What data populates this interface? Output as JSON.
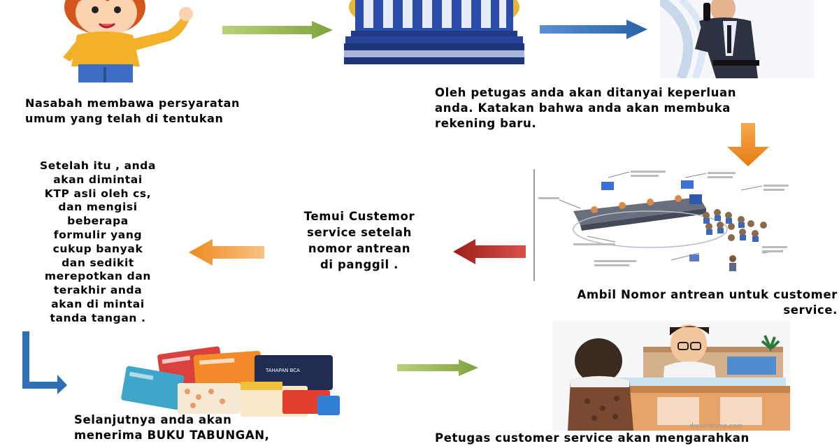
{
  "steps": {
    "customer_caption": "Nasabah membawa persyaratan\numum yang telah di tentukan",
    "security_caption": "Oleh petugas anda akan ditanyai keperluan\nanda. Katakan bahwa anda akan membuka\nrekening baru.",
    "queue_caption": "Ambil Nomor antrean untuk customer\nservice.",
    "cs_caption": "Temui Custemor\nservice setelah\nnomor antrean\ndi panggil .",
    "form_caption": "Setelah itu , anda\nakan dimintai\nKTP asli oleh cs,\ndan mengisi\nbeberapa\nformulir yang\ncukup banyak\ndan sedikit\nmerepotkan dan\nterakhir anda\nakan di mintai\ntanda tangan .",
    "passbook_caption": "Selanjutnya anda akan\nmenerima BUKU TABUNGAN,",
    "final_caption": "Petugas customer service akan mengarahkan"
  },
  "illustrations": {
    "bank_card_text": "TAHAPAN BCA",
    "watermark": "dreamstime.com"
  },
  "colors": {
    "arrow_green": "#8fb04a",
    "arrow_blue": "#2f6fb5",
    "arrow_orange": "#ee8a1e",
    "arrow_red": "#b02822"
  }
}
